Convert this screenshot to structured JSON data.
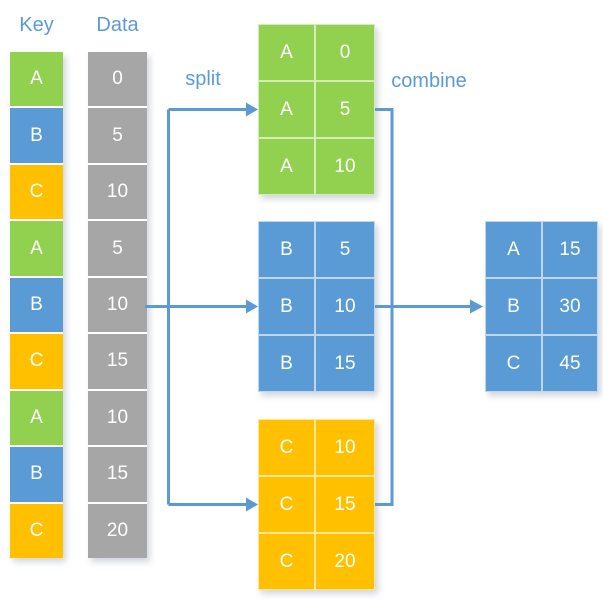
{
  "headers": {
    "key": "Key",
    "data": "Data"
  },
  "labels": {
    "split": "split",
    "combine": "combine"
  },
  "key_column": [
    "A",
    "B",
    "C",
    "A",
    "B",
    "C",
    "A",
    "B",
    "C"
  ],
  "data_column": [
    "0",
    "5",
    "10",
    "5",
    "10",
    "15",
    "10",
    "15",
    "20"
  ],
  "split_tables": [
    {
      "name": "group-a",
      "color": "green",
      "rows": [
        [
          "A",
          "0"
        ],
        [
          "A",
          "5"
        ],
        [
          "A",
          "10"
        ]
      ]
    },
    {
      "name": "group-b",
      "color": "blue",
      "rows": [
        [
          "B",
          "5"
        ],
        [
          "B",
          "10"
        ],
        [
          "B",
          "15"
        ]
      ]
    },
    {
      "name": "group-c",
      "color": "orange",
      "rows": [
        [
          "C",
          "10"
        ],
        [
          "C",
          "15"
        ],
        [
          "C",
          "20"
        ]
      ]
    }
  ],
  "combined_table": {
    "color": "blue",
    "rows": [
      [
        "A",
        "15"
      ],
      [
        "B",
        "30"
      ],
      [
        "C",
        "45"
      ]
    ]
  },
  "colors": {
    "green": "#92D050",
    "blue": "#5B9BD5",
    "orange": "#FFC000",
    "gray": "#A6A6A6",
    "accent": "#5B9BD5"
  }
}
